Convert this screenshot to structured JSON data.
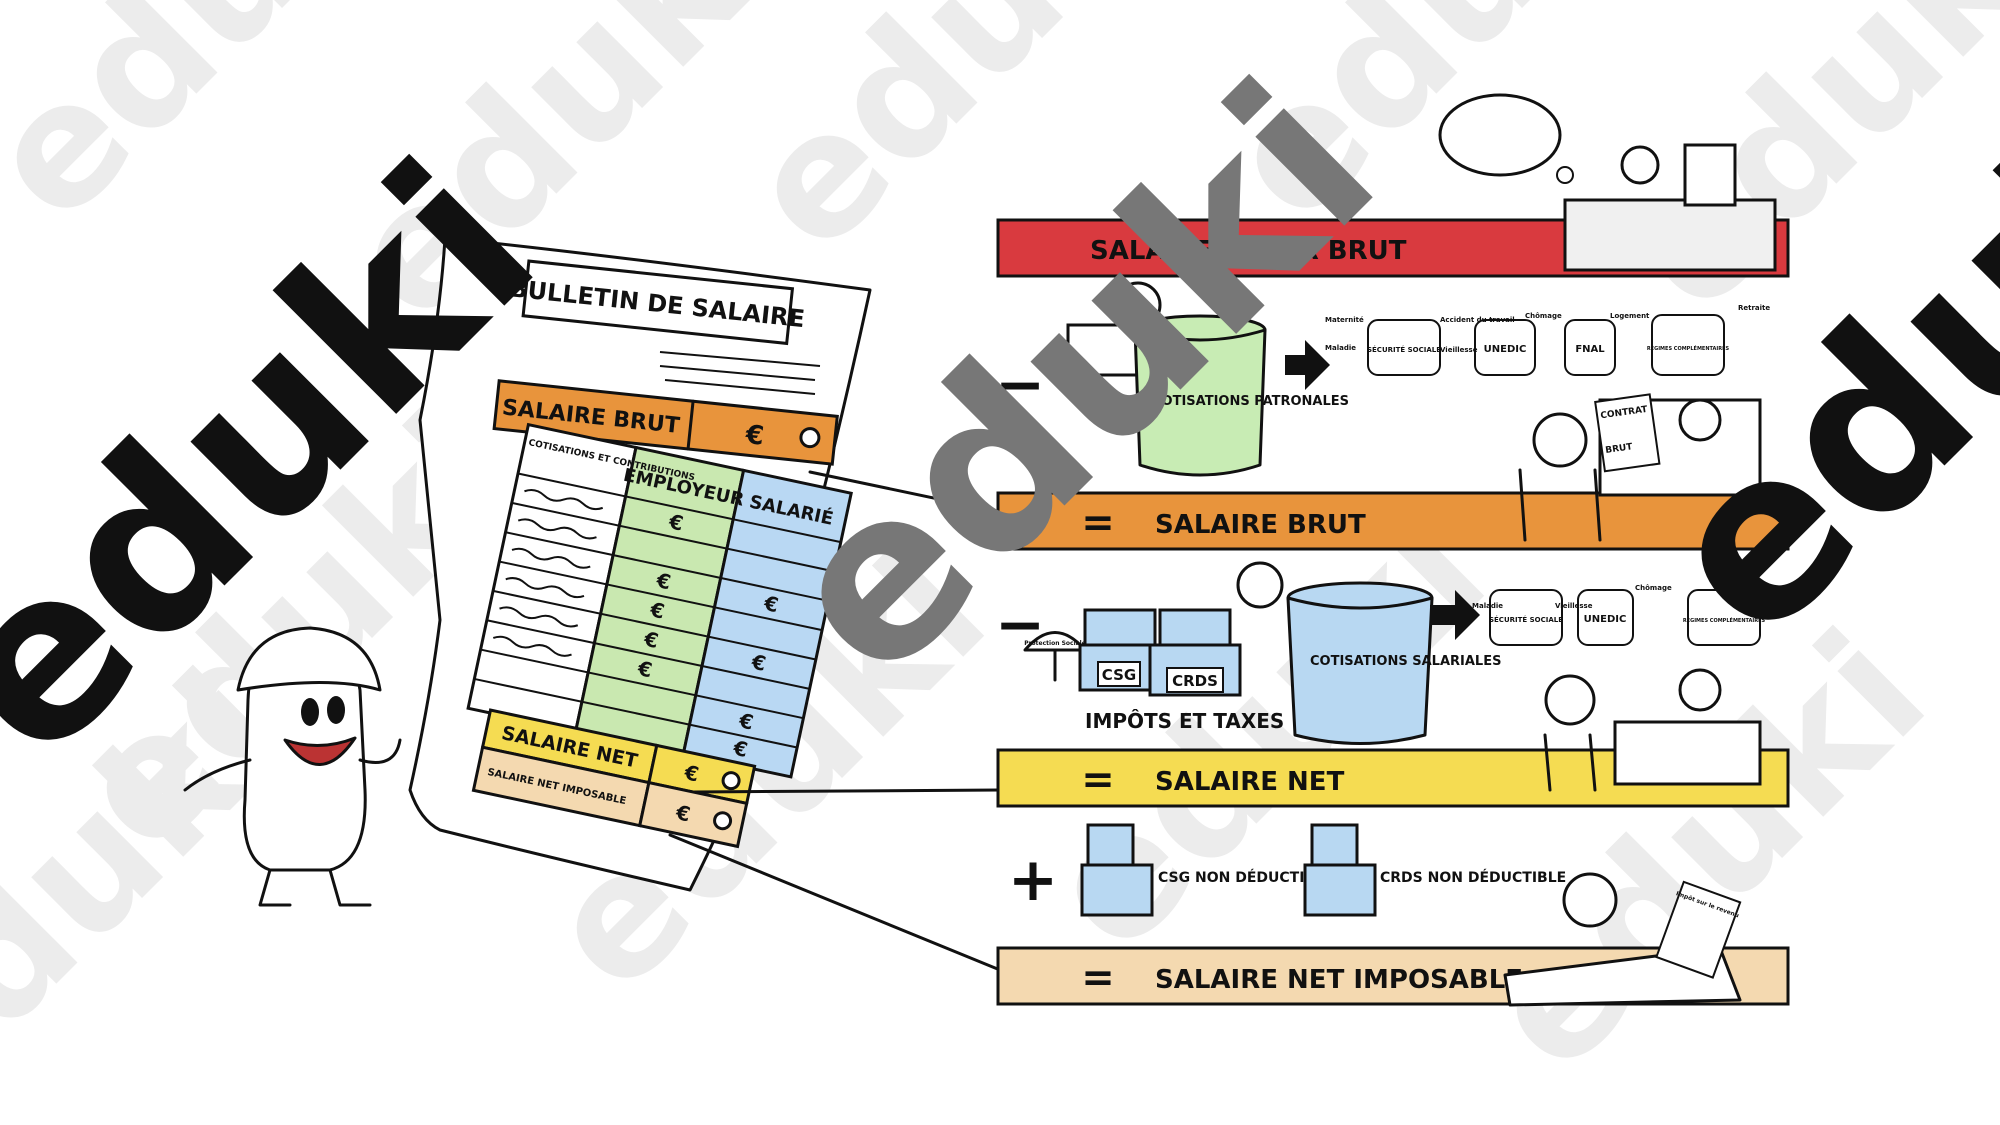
{
  "watermark": {
    "brand": "eduki",
    "wm_color": "#e9e9e9",
    "brand_dark": "#111111",
    "brand_mid": "#777777"
  },
  "payslip": {
    "title": "BULLETIN DE SALAIRE",
    "brut_label": "SALAIRE BRUT",
    "euro": "€",
    "contrib_header": "COTISATIONS ET CONTRIBUTIONS",
    "employer_header": "EMPLOYEUR",
    "employee_header": "SALARIÉ",
    "net_label": "SALAIRE NET",
    "net_imposable_label": "SALAIRE NET IMPOSABLE"
  },
  "bars": {
    "super_brut": "SALAIRE SUPER BRUT",
    "brut": "SALAIRE BRUT",
    "net": "SALAIRE NET",
    "net_imposable": "SALAIRE NET IMPOSABLE",
    "equals": "=",
    "minus": "−",
    "plus": "+"
  },
  "patronal": {
    "can_label": "COTISATIONS PATRONALES",
    "funds": [
      "SÉCURITÉ SOCIALE",
      "UNEDIC",
      "FNAL",
      "RÉGIMES COMPLÉMENTAIRES"
    ],
    "risks": [
      "Maternité",
      "Maladie",
      "Accident du travail",
      "Vieillesse",
      "Chômage",
      "Logement",
      "Retraite"
    ]
  },
  "contrat": {
    "doc1": "CONTRAT",
    "doc2": "BRUT"
  },
  "salarial": {
    "can_label": "COTISATIONS SALARIALES",
    "csg": "CSG",
    "crds": "CRDS",
    "taxes_caption": "IMPÔTS ET TAXES",
    "protection": "Protection Sociale",
    "funds": [
      "SÉCURITÉ SOCIALE",
      "UNEDIC",
      "RÉGIMES COMPLÉMENTAIRES"
    ],
    "risks": [
      "Maladie",
      "Vieillesse",
      "Chômage"
    ]
  },
  "non_deductible": {
    "csg": "CSG NON DÉDUCTIBLE",
    "crds": "CRDS NON DÉDUCTIBLE"
  },
  "tax_doc": "Impôt sur le revenu",
  "colors": {
    "super_brut": "#d93a3f",
    "brut": "#e8943c",
    "net": "#f5dc52",
    "net_imposable": "#f4d9b0",
    "employer_col": "#c9e8b0",
    "employee_col": "#b9d8f3",
    "can_green": "#c8ecb4",
    "can_blue": "#b8d8f2",
    "ink": "#111111"
  }
}
